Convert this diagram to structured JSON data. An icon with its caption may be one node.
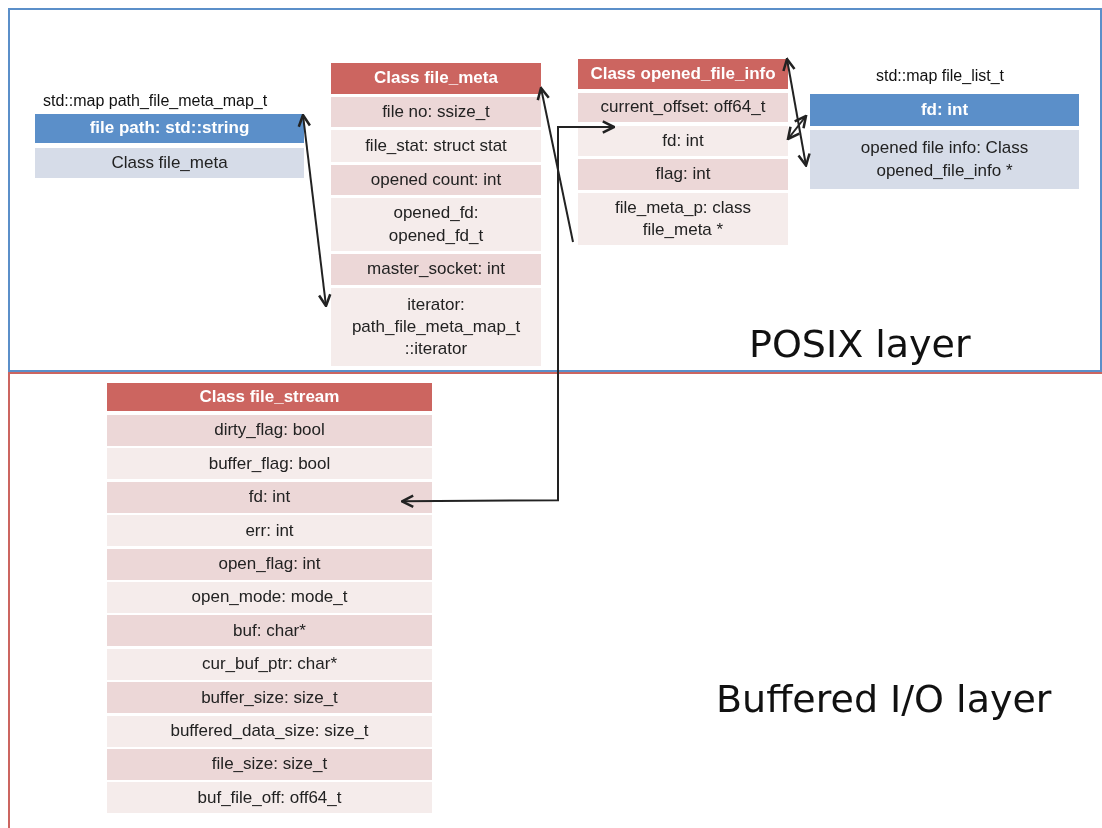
{
  "diagram": {
    "nodes": [
      {
        "text": [
          "POSIX layer"
        ]
      },
      {
        "text": [
          "file path: std::string"
        ],
        "in": 0
      },
      {
        "text": [
          "Class file_meta"
        ],
        "in": 0
      },
      {
        "text": [
          "Class file_meta"
        ],
        "in": 0
      },
      {
        "text": [
          "file no: ssize_t"
        ],
        "in": 0
      },
      {
        "text": [
          "file_stat: struct stat"
        ],
        "in": 0
      },
      {
        "text": [
          "opened count: int"
        ],
        "in": 0
      },
      {
        "text": [
          "opened_fd: opened_fd_t"
        ],
        "in": 0
      },
      {
        "text": [
          "master_socket: int"
        ],
        "in": 0
      },
      {
        "text": [
          "iterator: path_file_meta_map_t ::iterator"
        ],
        "in": 0
      },
      {
        "text": [
          "Class opened_file_info"
        ],
        "in": 0
      },
      {
        "text": [
          "current_offset: off64_t"
        ],
        "in": 0
      },
      {
        "text": [
          "fd: int"
        ],
        "in": 0
      },
      {
        "text": [
          "flag: int"
        ],
        "in": 0
      },
      {
        "text": [
          "file_meta_p: class file_meta *"
        ],
        "in": 0
      },
      {
        "text": [
          "fd: int"
        ],
        "in": 0
      },
      {
        "text": [
          "opened file info: Class opened_file_info *"
        ],
        "in": 0
      },
      {
        "text": [
          "Buffered I/O layer"
        ]
      },
      {
        "text": [
          "Class file_stream"
        ],
        "in": 17
      },
      {
        "text": [
          "dirty_flag: bool"
        ],
        "in": 17
      },
      {
        "text": [
          "buffer_flag: bool"
        ],
        "in": 17
      },
      {
        "text": [
          "fd: int"
        ],
        "in": 17
      },
      {
        "text": [
          "err: int"
        ],
        "in": 17
      },
      {
        "text": [
          "open_flag: int"
        ],
        "in": 17
      },
      {
        "text": [
          "open_mode: mode_t"
        ],
        "in": 17
      },
      {
        "text": [
          "buf: char*"
        ],
        "in": 17
      },
      {
        "text": [
          "cur_buf_ptr: char*"
        ],
        "in": 17
      },
      {
        "text": [
          "buffer_size: size_t"
        ],
        "in": 17
      },
      {
        "text": [
          "buffered_data_size: size_t"
        ],
        "in": 17
      },
      {
        "text": [
          "file_size: size_t"
        ],
        "in": 17
      },
      {
        "text": [
          "buf_file_off: off64_t"
        ],
        "in": 17
      }
    ],
    "edges": [
      {
        "from": 1,
        "to": 9,
        "arrow": "both"
      },
      {
        "from": 14,
        "to": 3,
        "arrow": "to"
      },
      {
        "from": 21,
        "to": 12,
        "arrow": "both"
      },
      {
        "from": 12,
        "to": 15,
        "arrow": "both"
      },
      {
        "from": 10,
        "to": 16,
        "arrow": "both"
      }
    ],
    "labels": [
      "std::map path_file_meta_map_t",
      "std::map file_list_t"
    ]
  }
}
